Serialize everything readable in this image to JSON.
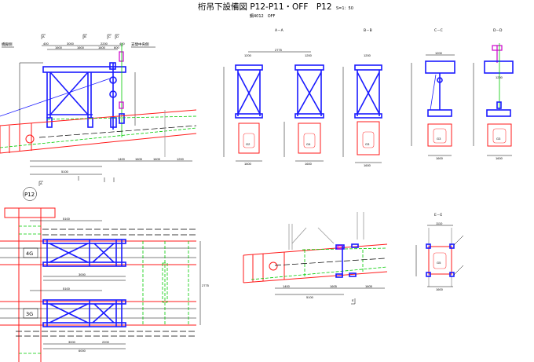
{
  "header": {
    "title": "桁吊下設備図 P12-P11・OFF　P12",
    "scale": "S=1：50",
    "subtitle": "鋼4012　OFF"
  },
  "elevation": {
    "left_side": "橋脚側",
    "right_side": "支間中央側",
    "markers": [
      "A",
      "B",
      "C",
      "D"
    ],
    "dims": [
      "400",
      "3000",
      "2200",
      "400",
      "1600",
      "1600",
      "1600",
      "600",
      "2200",
      "5100",
      "1400",
      "1605",
      "1605",
      "1200"
    ]
  },
  "sections": [
    {
      "title": "A－A",
      "girders": [
        "G2",
        "G4"
      ],
      "span": "2775",
      "width": "1600",
      "inner": "1200"
    },
    {
      "title": "B－B",
      "girders": [
        "G3"
      ],
      "width": "1600",
      "inner": "1200"
    },
    {
      "title": "C－C",
      "girders": [
        "G3"
      ],
      "width": "1600",
      "inner": "1200"
    },
    {
      "title": "D－D",
      "girders": [
        "G3"
      ],
      "width": "1600",
      "inner": "1200"
    },
    {
      "title": "E－E",
      "girders": [
        "G5"
      ],
      "width": "1600",
      "inner": "1110"
    }
  ],
  "plan": {
    "pier": "P12",
    "girders": [
      "4G",
      "3G"
    ],
    "dims": [
      "5100",
      "6000",
      "3000",
      "2200",
      "2775",
      "1500"
    ]
  },
  "detail": {
    "dims": [
      "5100",
      "1400",
      "1605",
      "1605",
      "1200"
    ],
    "marker": "E"
  }
}
